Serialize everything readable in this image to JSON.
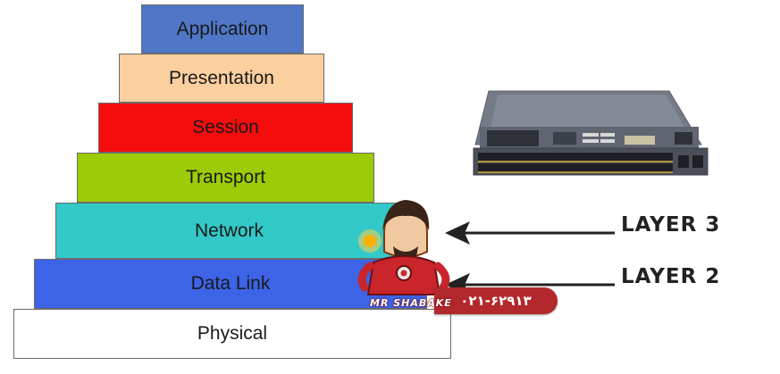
{
  "osi_layers": [
    {
      "id": "application",
      "label": "Application",
      "color": "#4f76c7"
    },
    {
      "id": "presentation",
      "label": "Presentation",
      "color": "#fbcf9e"
    },
    {
      "id": "session",
      "label": "Session",
      "color": "#f50d0d"
    },
    {
      "id": "transport",
      "label": "Transport",
      "color": "#9ccb08"
    },
    {
      "id": "network",
      "label": "Network",
      "color": "#33c9c8"
    },
    {
      "id": "data_link",
      "label": "Data Link",
      "color": "#3d63e6"
    },
    {
      "id": "physical",
      "label": "Physical",
      "color": "#ffffff"
    }
  ],
  "pointers": {
    "layer3": "LAYER 3",
    "layer2": "LAYER 2"
  },
  "watermark": {
    "brand": "MR SHABAKE",
    "phone": "۰۲۱-۶۲۹۱۳",
    "badge_color": "#b3282d"
  }
}
